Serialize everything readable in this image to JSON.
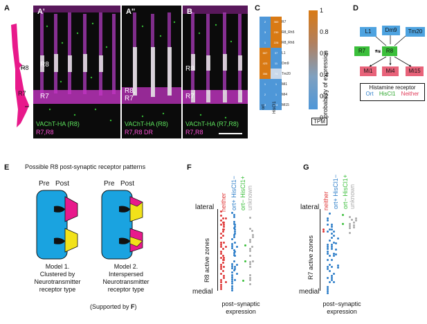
{
  "panels": {
    "A": "A",
    "A1": "A'",
    "A2": "A''",
    "B": "B",
    "C": "C",
    "D": "D",
    "E": "E",
    "F": "F",
    "G": "G"
  },
  "panelA": {
    "r8": "R8",
    "r7": "R7"
  },
  "panelA1": {
    "r8": "R8",
    "r7": "R7",
    "cap_green": "VAChT-HA (R8)",
    "cap_magenta": "R7,R8"
  },
  "panelA2": {
    "r8r7": "R8,\nR7",
    "cap_green": "VAChT-HA (R8)",
    "cap_magenta": "R7,R8 DR"
  },
  "panelB": {
    "r8": "R8",
    "r7": "R7",
    "cap_green": "VAChT-HA (R7,R8)",
    "cap_magenta": "R7,R8"
  },
  "panelC": {
    "columns": [
      "ort",
      "HisCl1"
    ],
    "rows": [
      "R7",
      "R8_Rh5",
      "R8_Rh6",
      "L1",
      "Dm9",
      "Tm20",
      "Mi1",
      "Mi4",
      "Mi15"
    ],
    "ort_values": [
      "2",
      "3",
      "1",
      "667",
      "423",
      "356",
      "1",
      "2",
      "3"
    ],
    "hiscl_values": [
      "360",
      "230",
      "228",
      "37",
      "11",
      "74",
      "1",
      "1",
      "13"
    ],
    "colorbar_label": "probability of expression",
    "colorbar_ticks": [
      "1",
      "0.8",
      "0.6",
      "0.4",
      "0.2",
      "0"
    ],
    "tpm_label": "TPM"
  },
  "panelD": {
    "nodes": {
      "l1": "L1",
      "dm9": "Dm9",
      "tm20": "Tm20",
      "r7": "R7",
      "r8": "R8",
      "mi1": "Mi1",
      "mi4": "Mi4",
      "mi15": "Mi15"
    },
    "legend_title": "Histamine receptor",
    "legend_ort": "Ort",
    "legend_hiscl": "HisCl1",
    "legend_neither": "Neither",
    "colors": {
      "ort": "#4ea3e0",
      "hiscl": "#3bbf3b",
      "neither": "#e8637a"
    }
  },
  "panelE": {
    "title": "Possible R8 post-synaptic receptor patterns",
    "pre": "Pre",
    "post": "Post",
    "model1": "Model 1.\nClustered by\nNeurotransmitter\nreceptor type",
    "model2": "Model 2.\nInterspersed\nNeurotransmitter\nreceptor type",
    "supported": "(Supported by ",
    "supported_bold": "F",
    "supported_end": ")"
  },
  "panelF": {
    "columns": [
      "neither",
      "ort+ HisCl1−",
      "ort− HisCl1+",
      "unknown"
    ],
    "ylabel": "R8  active zones",
    "top": "lateral",
    "bottom": "medial",
    "xlabel": "post−synaptic\nexpression"
  },
  "panelG": {
    "columns": [
      "neither",
      "ort+ HisCl1−",
      "ort− HisCl1+",
      "unknown"
    ],
    "ylabel": "R7 active zones",
    "top": "lateral",
    "bottom": "medial",
    "xlabel": "post−synaptic\nexpression"
  }
}
